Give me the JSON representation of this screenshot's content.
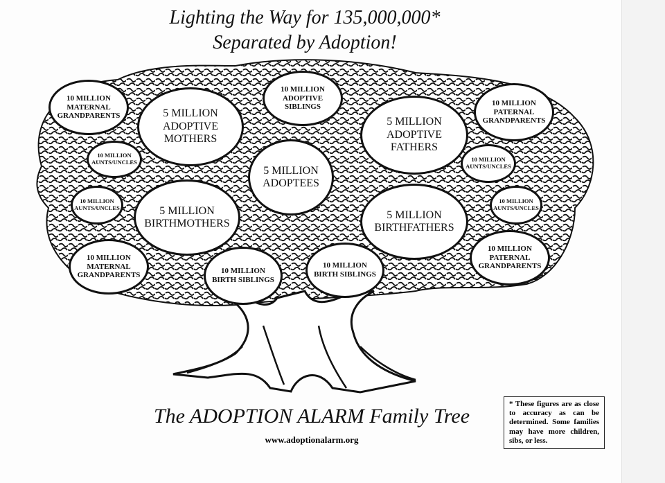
{
  "header": {
    "title_line1": "Lighting the Way for 135,000,000*",
    "title_line2": "Separated by Adoption!"
  },
  "ovals": [
    {
      "label1": "10 MILLION",
      "label2": "MATERNAL",
      "label3": "GRANDPARENTS"
    },
    {
      "label1": "5 MILLION",
      "label2": "ADOPTIVE",
      "label3": "MOTHERS"
    },
    {
      "label1": "10 MILLION",
      "label2": "ADOPTIVE",
      "label3": "SIBLINGS"
    },
    {
      "label1": "5 MILLION",
      "label2": "ADOPTIVE",
      "label3": "FATHERS"
    },
    {
      "label1": "10 MILLION",
      "label2": "PATERNAL",
      "label3": "GRANDPARENTS"
    },
    {
      "label1": "10 MILLION",
      "label2": "AUNTS/UNCLES"
    },
    {
      "label1": "5 MILLION",
      "label2": "ADOPTEES"
    },
    {
      "label1": "10 MILLION",
      "label2": "AUNTS/UNCLES"
    },
    {
      "label1": "10 MILLION",
      "label2": "AUNTS/UNCLES"
    },
    {
      "label1": "5 MILLION",
      "label2": "BIRTHMOTHERS"
    },
    {
      "label1": "5 MILLION",
      "label2": "BIRTHFATHERS"
    },
    {
      "label1": "10 MILLION",
      "label2": "AUNTS/UNCLES"
    },
    {
      "label1": "10 MILLION",
      "label2": "MATERNAL",
      "label3": "GRANDPARENTS"
    },
    {
      "label1": "10 MILLION",
      "label2": "BIRTH SIBLINGS"
    },
    {
      "label1": "10 MILLION",
      "label2": "BIRTH SIBLINGS"
    },
    {
      "label1": "10 MILLION",
      "label2": "PATERNAL",
      "label3": "GRANDPARENTS"
    }
  ],
  "footer": {
    "title": "The ADOPTION ALARM Family Tree",
    "url": "www.adoptionalarm.org",
    "note": "* These figures are as close to accuracy as can be determined. Some families may have more children, sibs, or less."
  }
}
